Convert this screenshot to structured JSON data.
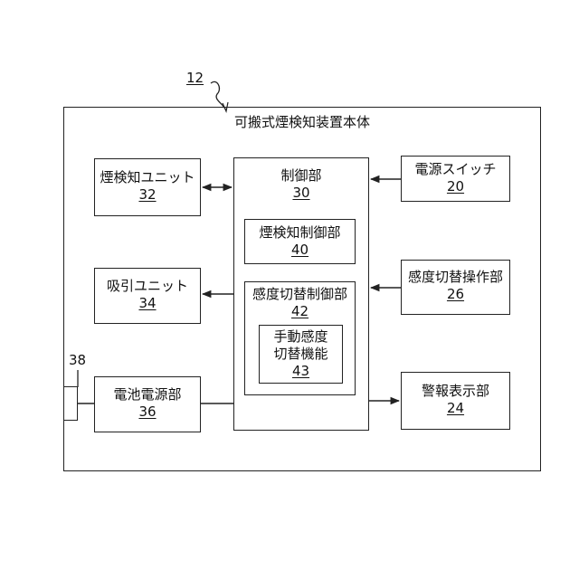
{
  "ref_main": "12",
  "ref_battery_contact": "38",
  "device_title": "可搬式煙検知装置本体",
  "blocks": {
    "smoke_unit": {
      "name": "煙検知ユニット",
      "num": "32"
    },
    "suction_unit": {
      "name": "吸引ユニット",
      "num": "34"
    },
    "battery": {
      "name": "電池電源部",
      "num": "36"
    },
    "control": {
      "name": "制御部",
      "num": "30"
    },
    "smoke_ctrl": {
      "name": "煙検知制御部",
      "num": "40"
    },
    "sens_ctrl": {
      "name": "感度切替制御部",
      "num": "42"
    },
    "manual": {
      "line1": "手動感度",
      "line2": "切替機能",
      "num": "43"
    },
    "power_switch": {
      "name": "電源スイッチ",
      "num": "20"
    },
    "sens_op": {
      "name": "感度切替操作部",
      "num": "26"
    },
    "alarm": {
      "name": "警報表示部",
      "num": "24"
    }
  }
}
